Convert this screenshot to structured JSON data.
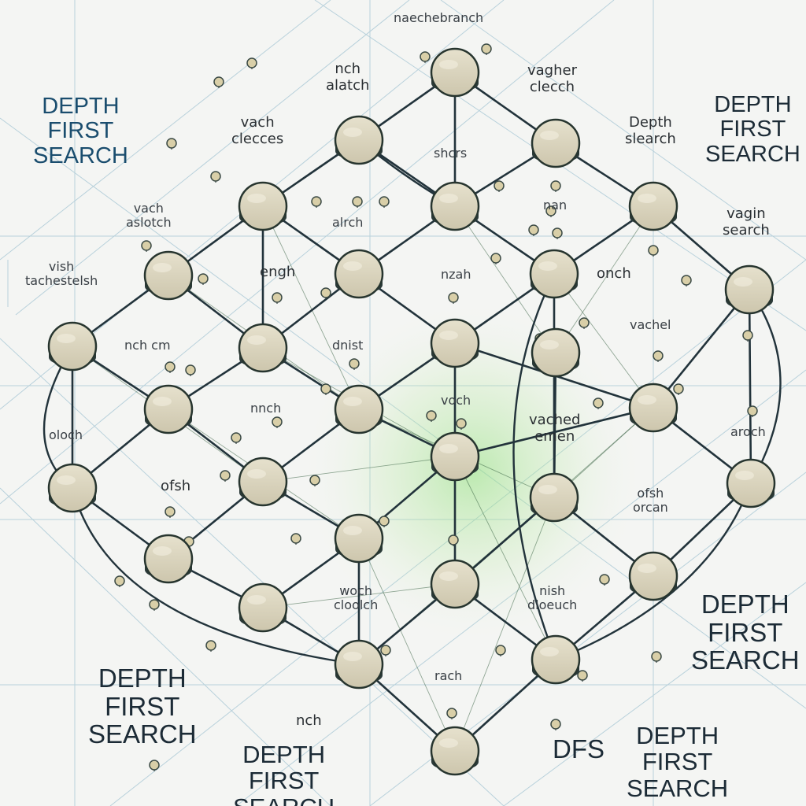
{
  "colors": {
    "background": "#f4f5f3",
    "edge": "#22333b",
    "node_fill": "#d8d2bc",
    "node_base": "#2c3b3a",
    "glow": "#8fe07a",
    "grid": "#4b8fb0",
    "title_dark": "#1c2b36",
    "title_blue": "#1a4d6e"
  },
  "titles": {
    "top_left": "DEPTH\nFIRST\nSEARCH",
    "top_right": "DEPTH\nFIRST\nSEARCH",
    "mid_right": "DEPTH\nFIRST\nSEARCH",
    "bottom_left": "DEPTH\nFIRST\nSEARCH",
    "bottom_center": "DEPTH\nFIRST\nSEARCH",
    "bottom_right": "DEPTH\nFIRST\nSEARCH",
    "dfs": "DFS"
  },
  "labels": {
    "top": "naechebranch",
    "nch_alatch": "nch\nalatch",
    "vagher_clecch": "vagher\nclecch",
    "depth_search": "Depth\nslearch",
    "vach_clecces": "vach\nclecces",
    "shcrs": "shcrs",
    "vach_aslotch": "vach\naslotch",
    "alrch": "alrch",
    "nan": "nan",
    "vagin_search": "vagin\nsearch",
    "vish": "vish\ntachestelsh",
    "engh": "engh",
    "nzah": "nzah",
    "onch": "onch",
    "nch_cm": "nch cm",
    "dnist": "dnist",
    "vachel": "vachel",
    "nnch": "nnch",
    "voch": "voch",
    "vached_emen": "vached\nemen",
    "oloch": "oloch",
    "aroch": "aroch",
    "ofsh": "ofsh",
    "ofsh_right": "ofsh\norcan",
    "woch": "woch\ncloolch",
    "nish": "nish\ndloeuch",
    "rach": "rach",
    "nch_bottom": "nch"
  }
}
